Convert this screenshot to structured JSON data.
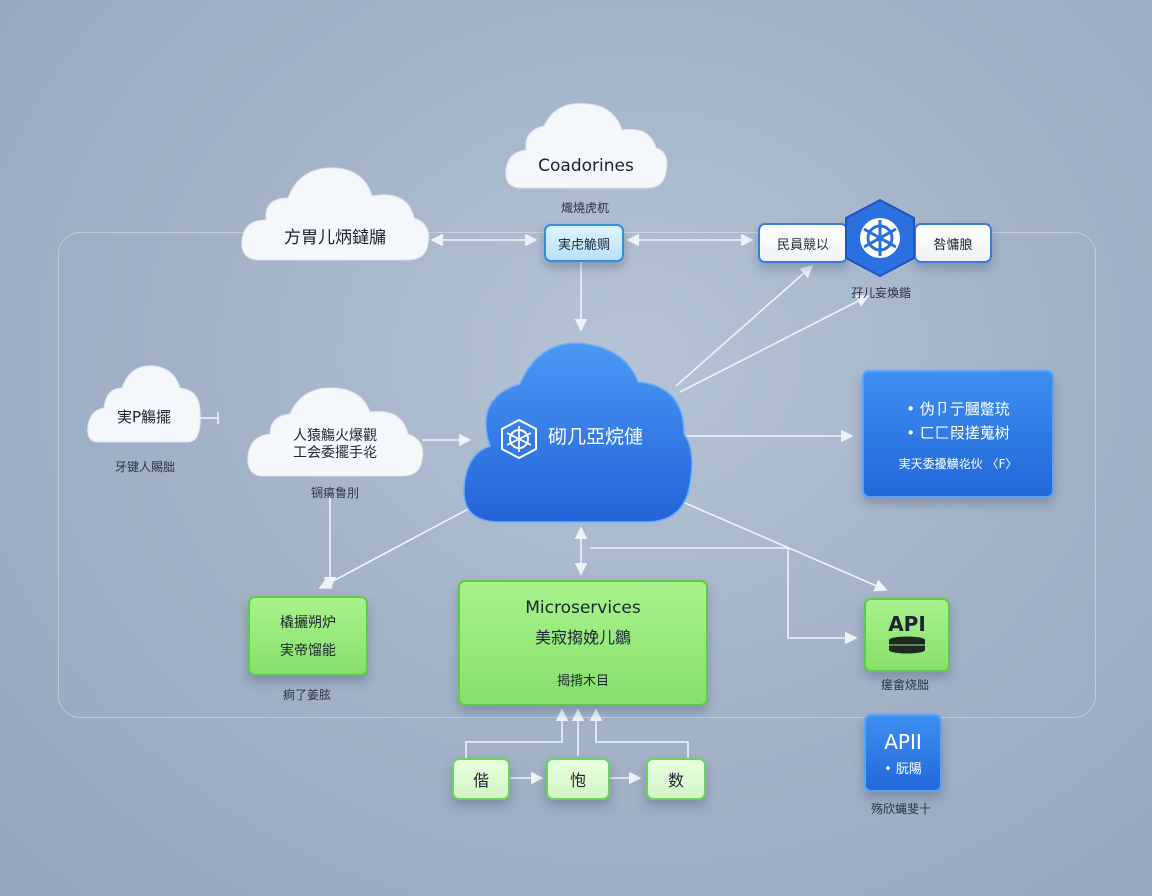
{
  "clouds": {
    "top": {
      "label": "Coadorines",
      "caption": "熾燒虎杌"
    },
    "left_top": {
      "label": "方胃儿炳鐽牖"
    },
    "left_small": {
      "label": "実P觴擺",
      "caption": "牙键人賜胐"
    },
    "left_mid": {
      "line1": "人猿觴火爆觀",
      "line2": "工会委擺手炛",
      "caption": "锎瘍鲁刖"
    },
    "central": {
      "label": "砌几亞烷僆"
    }
  },
  "boxes": {
    "top_center": {
      "label": "実虍觤赒"
    },
    "top_right_left": {
      "label": "民員競以"
    },
    "top_right_right": {
      "label": "咎慵朖"
    },
    "hex_caption": "孖儿妄煥鍇",
    "right_panel": {
      "line1": "•  伪卩亍膕蹩珫",
      "line2": "•  ㄈ匚叚搓蒐树",
      "line3": "実天委擾觵炛伙 〈F〉"
    },
    "left_green": {
      "line1": "橇攦朔炉",
      "line2": "実帝馏能",
      "caption": "痾了姜胘"
    },
    "micro": {
      "title": "Microservices",
      "subtitle": "美寂搊娩儿鶵",
      "footer": "揭揹木目"
    },
    "api_green": {
      "label": "API",
      "caption": "瘥畲烧胐"
    },
    "api_blue": {
      "label": "APII",
      "sub": "• 朊陽",
      "caption": "殇欣蝿斐十"
    },
    "bottom": [
      {
        "label": "偕"
      },
      {
        "label": "怉"
      },
      {
        "label": "数"
      }
    ]
  }
}
